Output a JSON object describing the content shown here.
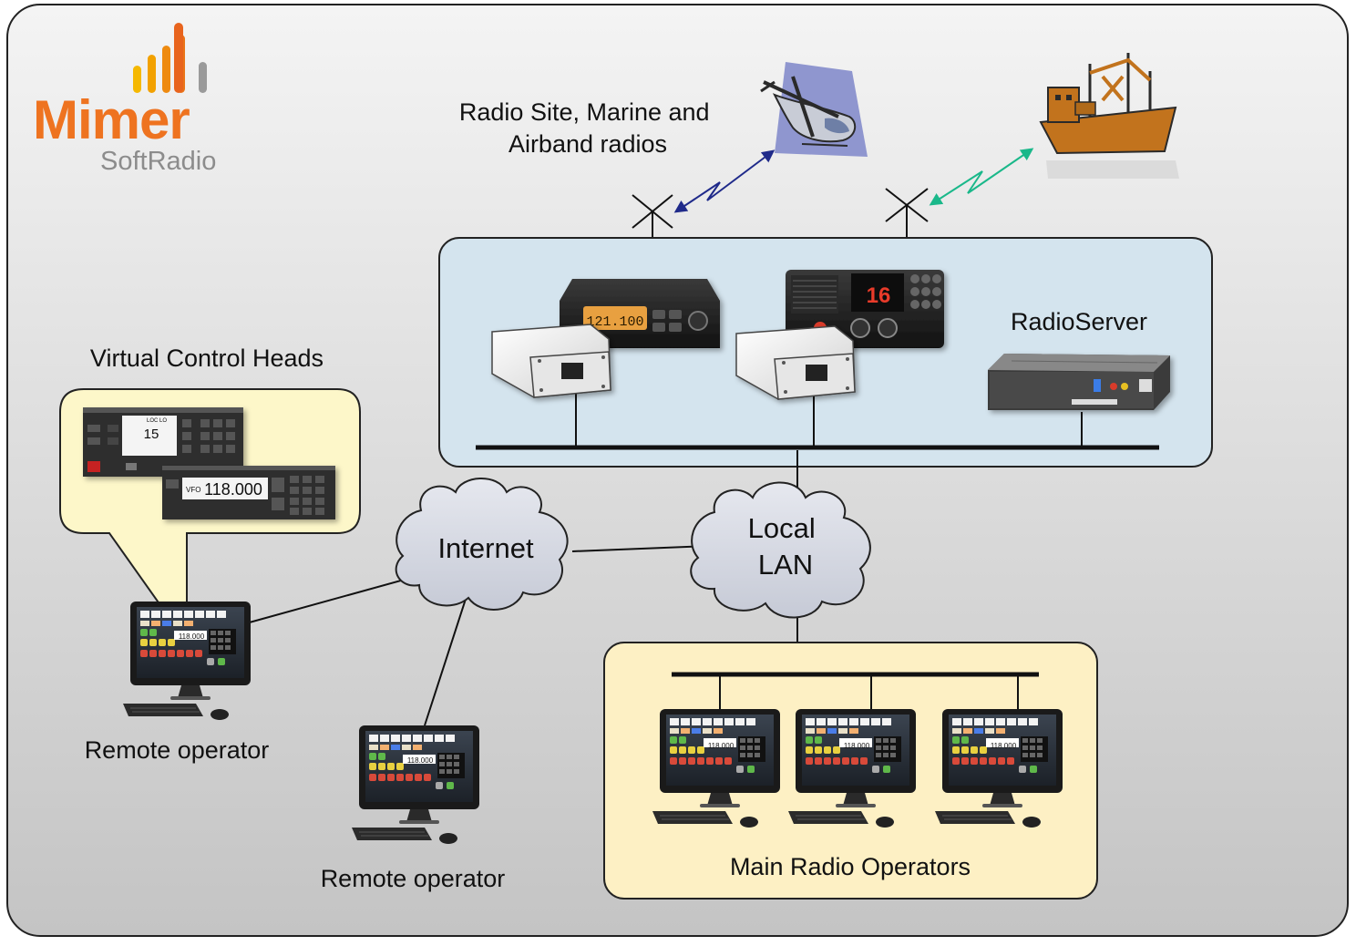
{
  "logo": {
    "name": "Mimer",
    "product": "SoftRadio",
    "bar_colors": [
      "#f5b800",
      "#f29100",
      "#ed6f1f",
      "#e85a1c",
      "#9a9a9a",
      "#8a8a8a"
    ]
  },
  "labels": {
    "radio_site": "Radio Site, Marine and\nAirband radios",
    "radioserver": "RadioServer",
    "virtual_heads": "Virtual Control Heads",
    "internet": "Internet",
    "local_lan": "Local\nLAN",
    "remote_operator_1": "Remote operator",
    "remote_operator_2": "Remote operator",
    "main_operators": "Main Radio Operators"
  },
  "devices": {
    "airband_radio_display": "121.100",
    "marine_radio_display": "16",
    "control_head_1": {
      "channel": "15",
      "top": "LOC LO"
    },
    "control_head_2": {
      "mode": "VFO",
      "freq": "118.000"
    },
    "screen_freq": "118.000"
  },
  "colors": {
    "background_top": "#f2f2f2",
    "background_bottom": "#c9c9c9",
    "server_box": "#d4e4ee",
    "control_bubble": "#fdf7c9",
    "operators_box": "#fdf0c4",
    "cloud": "#d6d9e3",
    "link_airband": "#1f2a8a",
    "link_marine": "#1ab88a"
  },
  "icons": [
    "helicopter-icon",
    "ship-icon",
    "antenna-icon",
    "radio-interface-icon",
    "server-icon",
    "computer-icon",
    "cloud-icon"
  ]
}
